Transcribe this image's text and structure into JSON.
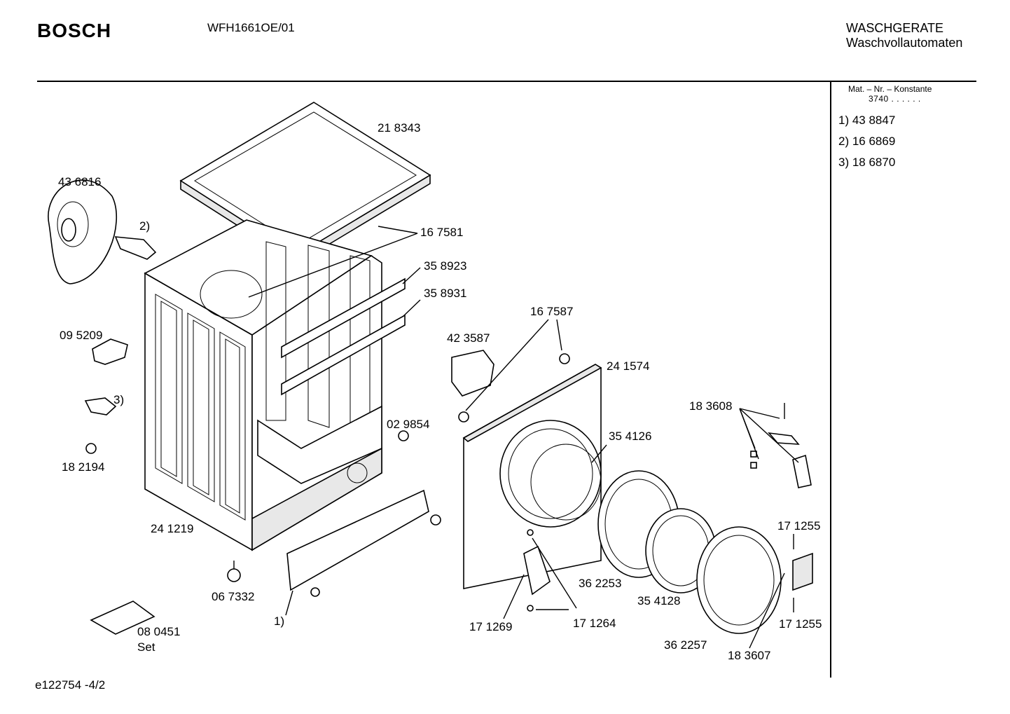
{
  "header": {
    "brand": "BOSCH",
    "model": "WFH1661OE/01",
    "category_line1": "WASCHGERATE",
    "category_line2": "Waschvollautomaten"
  },
  "sidebar": {
    "mat_label": "Mat. – Nr. – Konstante",
    "mat_constant": "3740  .  .    .  .  .  .",
    "variants": [
      {
        "label": "1)  43 8847"
      },
      {
        "label": "2)  16 6869"
      },
      {
        "label": "3)  18 6870"
      }
    ]
  },
  "parts": {
    "p218343": "21 8343",
    "p436816": "43 6816",
    "p167581": "16 7581",
    "p358923": "35 8923",
    "p358931": "35 8931",
    "p095209": "09 5209",
    "p167587": "16 7587",
    "p423587": "42 3587",
    "p241574": "24 1574",
    "p029854": "02 9854",
    "p354126": "35 4126",
    "p183608": "18 3608",
    "p182194": "18 2194",
    "p241219": "24 1219",
    "p171255a": "17 1255",
    "p362253": "36 2253",
    "p067332": "06 7332",
    "p354128": "35 4128",
    "p171269": "17 1269",
    "p171264": "17 1264",
    "p171255b": "17 1255",
    "p080451": "08 0451",
    "p_set": "Set",
    "p362257": "36 2257",
    "p183607": "18 3607",
    "ref1": "1)",
    "ref2": "2)",
    "ref3": "3)"
  },
  "footer": {
    "code": "e122754 -4/2"
  }
}
